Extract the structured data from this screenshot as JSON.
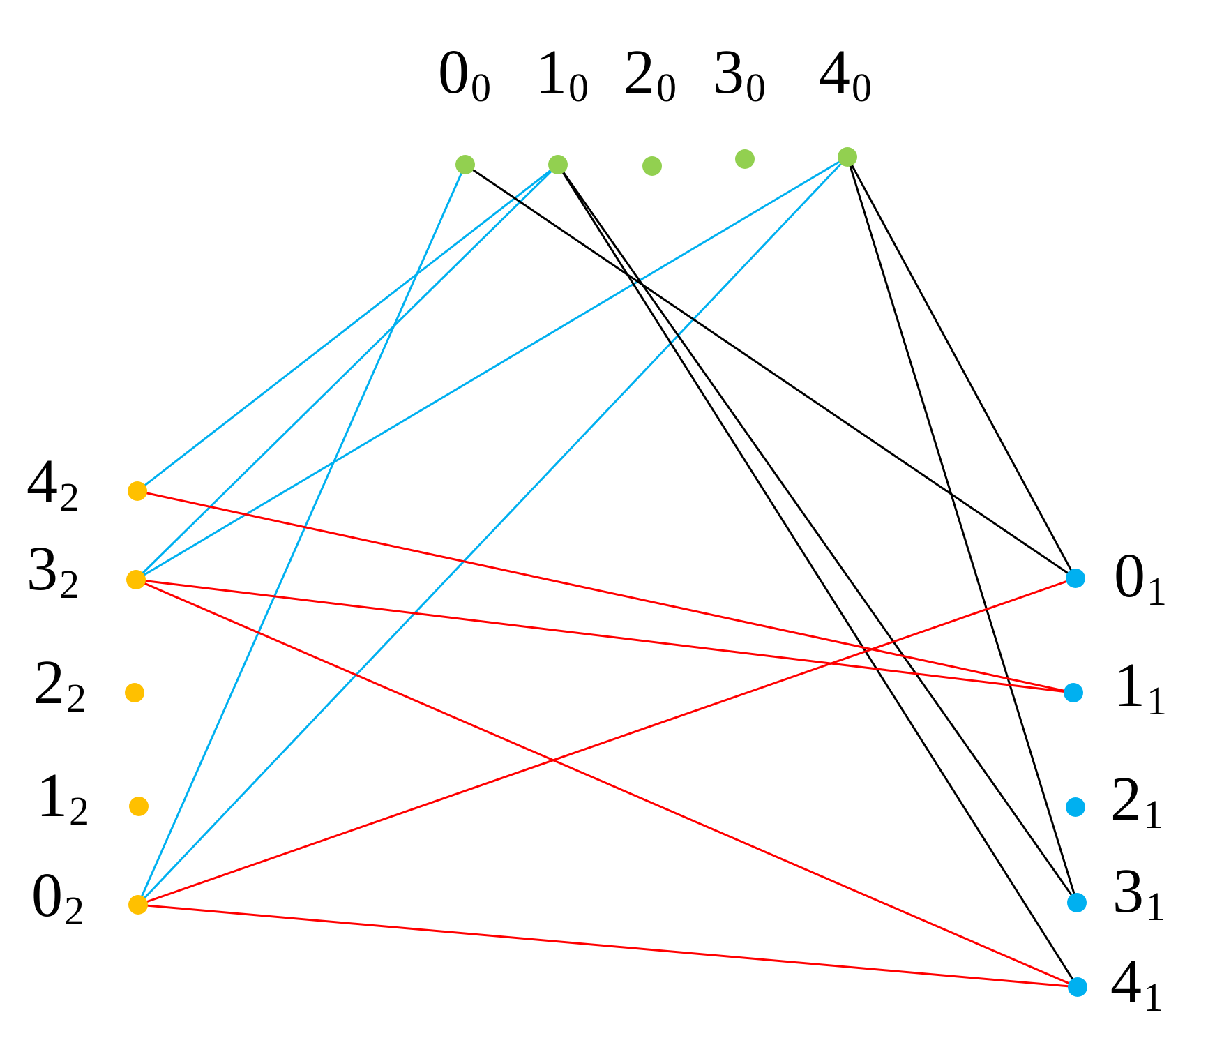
{
  "colors": {
    "group0_node": "#92d050",
    "group1_node": "#00b0f0",
    "group2_node": "#ffc000",
    "edge_blue": "#00b0f0",
    "edge_black": "#000000",
    "edge_red": "#ff0000"
  },
  "nodes": [
    {
      "id": "0_0",
      "group": 0,
      "num": "0",
      "sub": "0"
    },
    {
      "id": "1_0",
      "group": 0,
      "num": "1",
      "sub": "0"
    },
    {
      "id": "2_0",
      "group": 0,
      "num": "2",
      "sub": "0"
    },
    {
      "id": "3_0",
      "group": 0,
      "num": "3",
      "sub": "0"
    },
    {
      "id": "4_0",
      "group": 0,
      "num": "4",
      "sub": "0"
    },
    {
      "id": "0_1",
      "group": 1,
      "num": "0",
      "sub": "1"
    },
    {
      "id": "1_1",
      "group": 1,
      "num": "1",
      "sub": "1"
    },
    {
      "id": "2_1",
      "group": 1,
      "num": "2",
      "sub": "1"
    },
    {
      "id": "3_1",
      "group": 1,
      "num": "3",
      "sub": "1"
    },
    {
      "id": "4_1",
      "group": 1,
      "num": "4",
      "sub": "1"
    },
    {
      "id": "4_2",
      "group": 2,
      "num": "4",
      "sub": "2"
    },
    {
      "id": "3_2",
      "group": 2,
      "num": "3",
      "sub": "2"
    },
    {
      "id": "2_2",
      "group": 2,
      "num": "2",
      "sub": "2"
    },
    {
      "id": "1_2",
      "group": 2,
      "num": "1",
      "sub": "2"
    },
    {
      "id": "0_2",
      "group": 2,
      "num": "0",
      "sub": "2"
    }
  ],
  "edges": [
    {
      "from": "0_0",
      "to": "0_2",
      "color": "edge_blue"
    },
    {
      "from": "1_0",
      "to": "4_2",
      "color": "edge_blue"
    },
    {
      "from": "1_0",
      "to": "3_2",
      "color": "edge_blue"
    },
    {
      "from": "4_0",
      "to": "3_2",
      "color": "edge_blue"
    },
    {
      "from": "4_0",
      "to": "0_2",
      "color": "edge_blue"
    },
    {
      "from": "0_0",
      "to": "0_1",
      "color": "edge_black"
    },
    {
      "from": "1_0",
      "to": "3_1",
      "color": "edge_black"
    },
    {
      "from": "1_0",
      "to": "4_1",
      "color": "edge_black"
    },
    {
      "from": "4_0",
      "to": "0_1",
      "color": "edge_black"
    },
    {
      "from": "4_0",
      "to": "3_1",
      "color": "edge_black"
    },
    {
      "from": "4_2",
      "to": "1_1",
      "color": "edge_red"
    },
    {
      "from": "3_2",
      "to": "1_1",
      "color": "edge_red"
    },
    {
      "from": "3_2",
      "to": "4_1",
      "color": "edge_red"
    },
    {
      "from": "0_2",
      "to": "0_1",
      "color": "edge_red"
    },
    {
      "from": "0_2",
      "to": "4_1",
      "color": "edge_red"
    }
  ]
}
